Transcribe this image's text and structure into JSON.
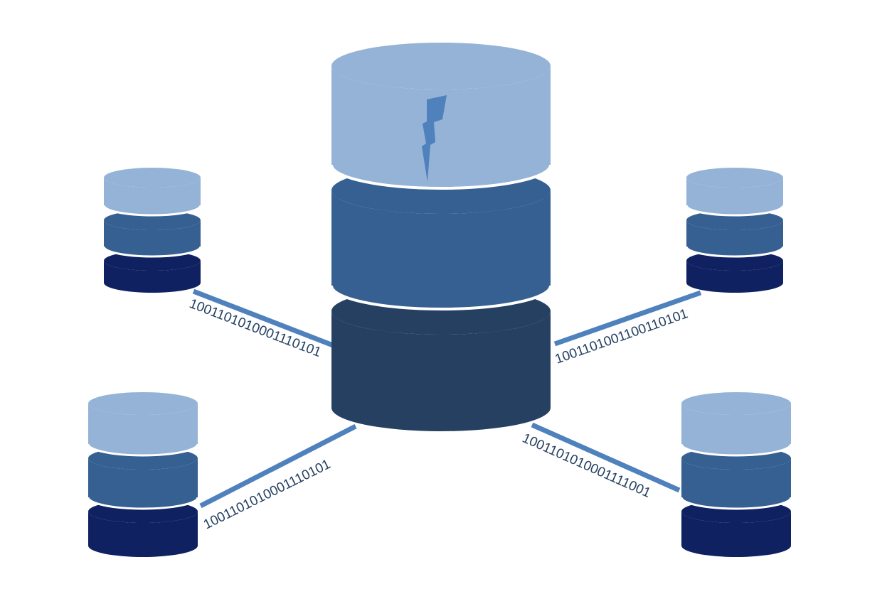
{
  "diagram": {
    "links": [
      {
        "id": "top-left",
        "bits": "1001101010001110101"
      },
      {
        "id": "top-right",
        "bits": "1001101001100110101"
      },
      {
        "id": "bottom-left",
        "bits": "1001101010001110101"
      },
      {
        "id": "bottom-right",
        "bits": "1001101010001111001"
      }
    ],
    "central_icon": "lightning-bolt-icon",
    "node_count": 5,
    "colors": {
      "light": "#95b3d7",
      "mid": "#366092",
      "dark_center": "#254061",
      "dark_small": "#0f2161",
      "bolt": "#4f81bd",
      "link": "#4f81bd",
      "text": "#254061",
      "separator": "#ffffff"
    }
  }
}
